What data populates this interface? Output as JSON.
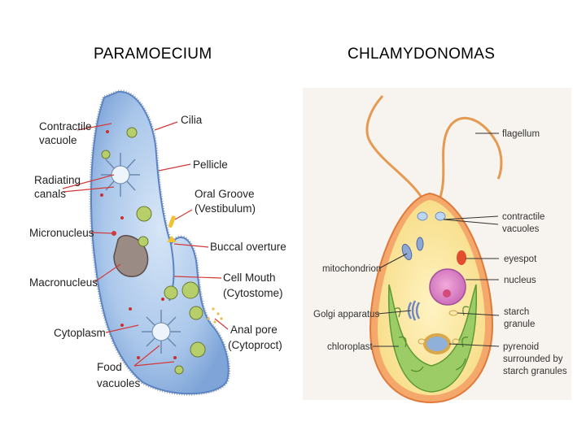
{
  "titles": {
    "left": "PARAMOECIUM",
    "right": "CHLAMYDONOMAS"
  },
  "paramecium_labels": {
    "contractile_vacuole": [
      "Contractile",
      "vacuole"
    ],
    "radiating_canals": [
      "Radiating",
      "canals"
    ],
    "micronucleus": "Micronucleus",
    "macronucleus": "Macronucleus",
    "cytoplasm": "Cytoplasm",
    "food_vacuoles": [
      "Food",
      "vacuoles"
    ],
    "cilia": "Cilia",
    "pellicle": "Pellicle",
    "oral_groove": [
      "Oral Groove",
      "(Vestibulum)"
    ],
    "buccal": "Buccal overture",
    "cell_mouth": [
      "Cell Mouth",
      "(Cytostome)"
    ],
    "anal_pore": [
      "Anal pore",
      "(Cytoproct)"
    ]
  },
  "chlamydomonas_labels": {
    "flagellum": "flagellum",
    "contractile_vacuoles": [
      "contractile",
      "vacuoles"
    ],
    "eyespot": "eyespot",
    "nucleus": "nucleus",
    "starch_granule": [
      "starch",
      "granule"
    ],
    "pyrenoid": [
      "pyrenoid",
      "surrounded by",
      "starch granules"
    ],
    "mitochondrion": "mitochondrion",
    "golgi": "Golgi apparatus",
    "chloroplast": "chloroplast"
  }
}
